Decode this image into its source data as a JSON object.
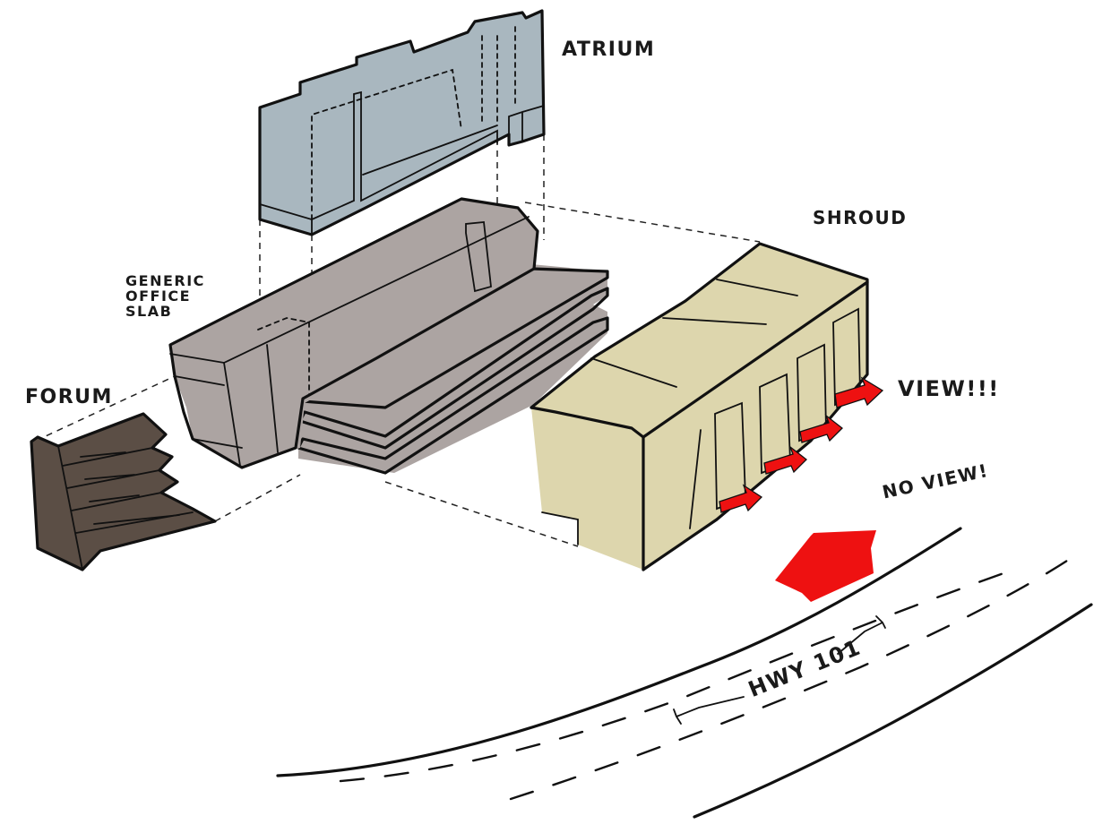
{
  "labels": {
    "atrium": "ATRIUM",
    "shroud": "SHROUD",
    "slab": "GENERIC\nOFFICE\nSLAB",
    "forum": "FORUM",
    "view": "VIEW!!!",
    "no_view": "NO VIEW!",
    "highway": "HWY 101"
  },
  "colors": {
    "atrium": "#a9b7bf",
    "slab": "#aca4a2",
    "shroud": "#ddd6ad",
    "forum": "#5b4e45",
    "arrow": "#ee1111",
    "ink": "#111111"
  }
}
